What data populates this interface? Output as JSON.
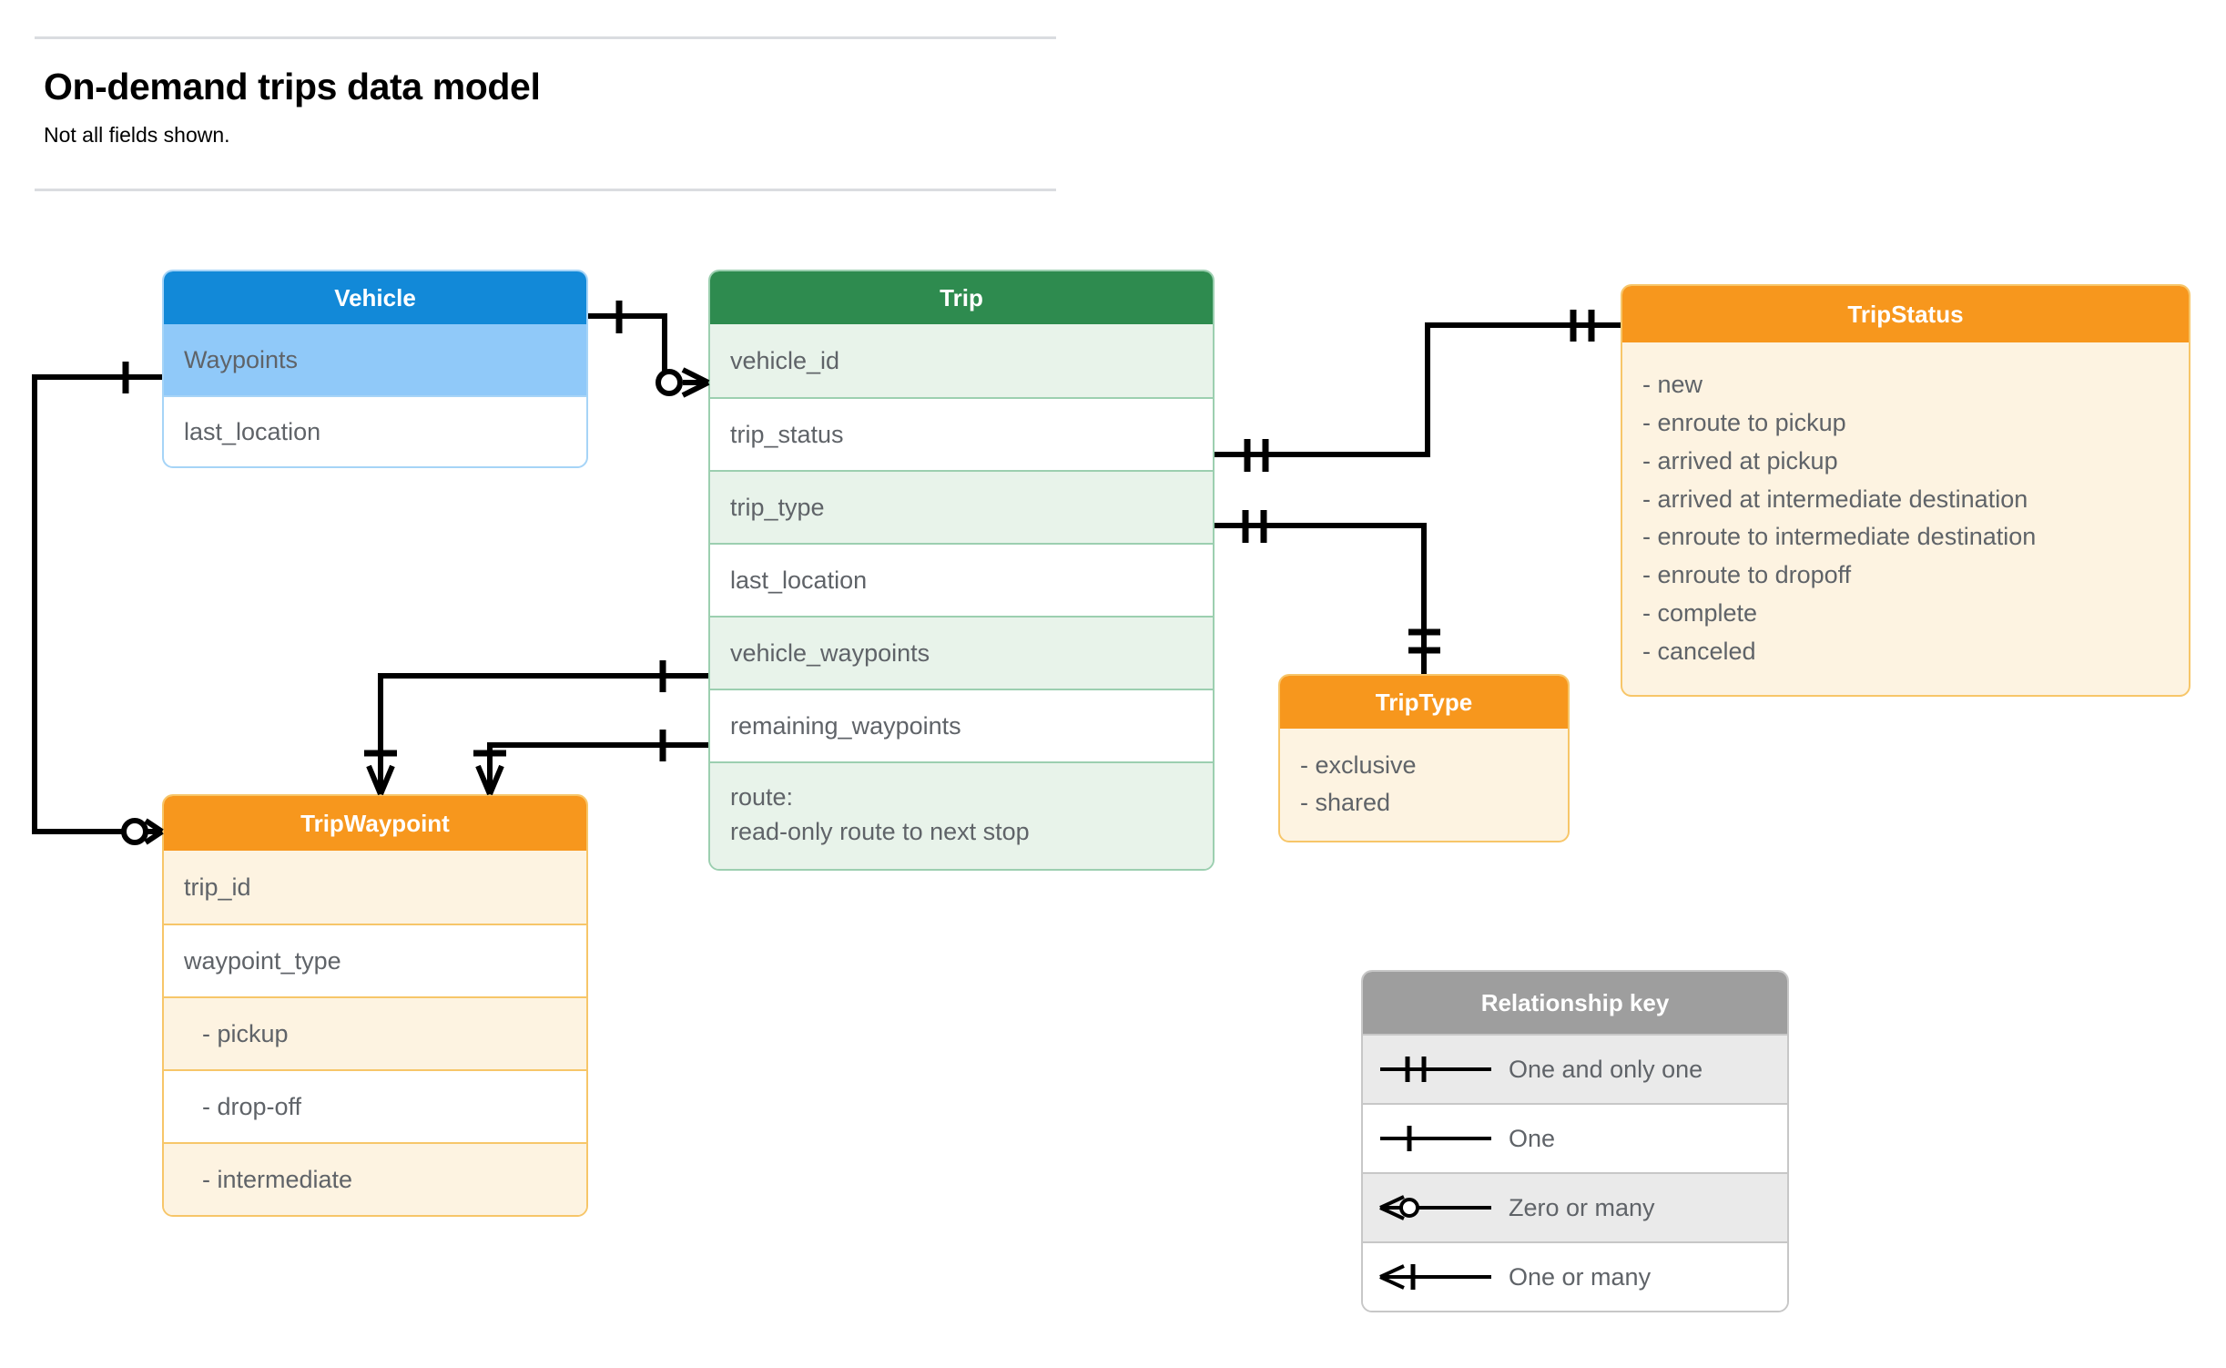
{
  "header": {
    "title": "On-demand trips data model",
    "subtitle": "Not all fields shown."
  },
  "entities": {
    "vehicle": {
      "name": "Vehicle",
      "header_color": "#1289d8",
      "rows": [
        "Waypoints",
        "last_location"
      ]
    },
    "trip": {
      "name": "Trip",
      "header_color": "#2e8b4f",
      "rows": [
        "vehicle_id",
        "trip_status",
        "trip_type",
        "last_location",
        "vehicle_waypoints",
        "remaining_waypoints"
      ],
      "route_line_1": "route:",
      "route_line_2": "read-only route to next stop"
    },
    "trip_waypoint": {
      "name": "TripWaypoint",
      "header_color": "#f7971d",
      "rows": [
        "trip_id",
        "waypoint_type",
        "-  pickup",
        "-  drop-off",
        "-  intermediate"
      ]
    },
    "trip_status": {
      "name": "TripStatus",
      "header_color": "#f7971d",
      "values": [
        "- new",
        "- enroute to pickup",
        "- arrived at pickup",
        "- arrived at intermediate destination",
        "- enroute to intermediate destination",
        "- enroute to dropoff",
        "- complete",
        "- canceled"
      ]
    },
    "trip_type": {
      "name": "TripType",
      "header_color": "#f7971d",
      "values": [
        "- exclusive",
        "- shared"
      ]
    }
  },
  "legend": {
    "title": "Relationship key",
    "rows": [
      {
        "symbol": "one-and-only-one-icon",
        "label": "One and only one"
      },
      {
        "symbol": "one-icon",
        "label": "One"
      },
      {
        "symbol": "zero-or-many-icon",
        "label": "Zero or many"
      },
      {
        "symbol": "one-or-many-icon",
        "label": "One or many"
      }
    ]
  },
  "relationships": [
    {
      "from": "Vehicle",
      "to": "Trip.vehicle_id",
      "from_card": "one-icon",
      "to_card": "zero-or-many-icon"
    },
    {
      "from": "Vehicle.Waypoints",
      "to": "TripWaypoint",
      "from_card": "one-icon",
      "to_card": "zero-or-many-icon"
    },
    {
      "from": "Trip.trip_status",
      "to": "TripStatus",
      "from_card": "one-and-only-one-icon",
      "to_card": "one-and-only-one-icon"
    },
    {
      "from": "Trip.trip_type",
      "to": "TripType",
      "from_card": "one-and-only-one-icon",
      "to_card": "one-and-only-one-icon"
    },
    {
      "from": "Trip.vehicle_waypoints",
      "to": "TripWaypoint",
      "from_card": "one-icon",
      "to_card": "one-or-many-icon"
    },
    {
      "from": "Trip.remaining_waypoints",
      "to": "TripWaypoint",
      "from_card": "one-icon",
      "to_card": "one-or-many-icon"
    }
  ]
}
